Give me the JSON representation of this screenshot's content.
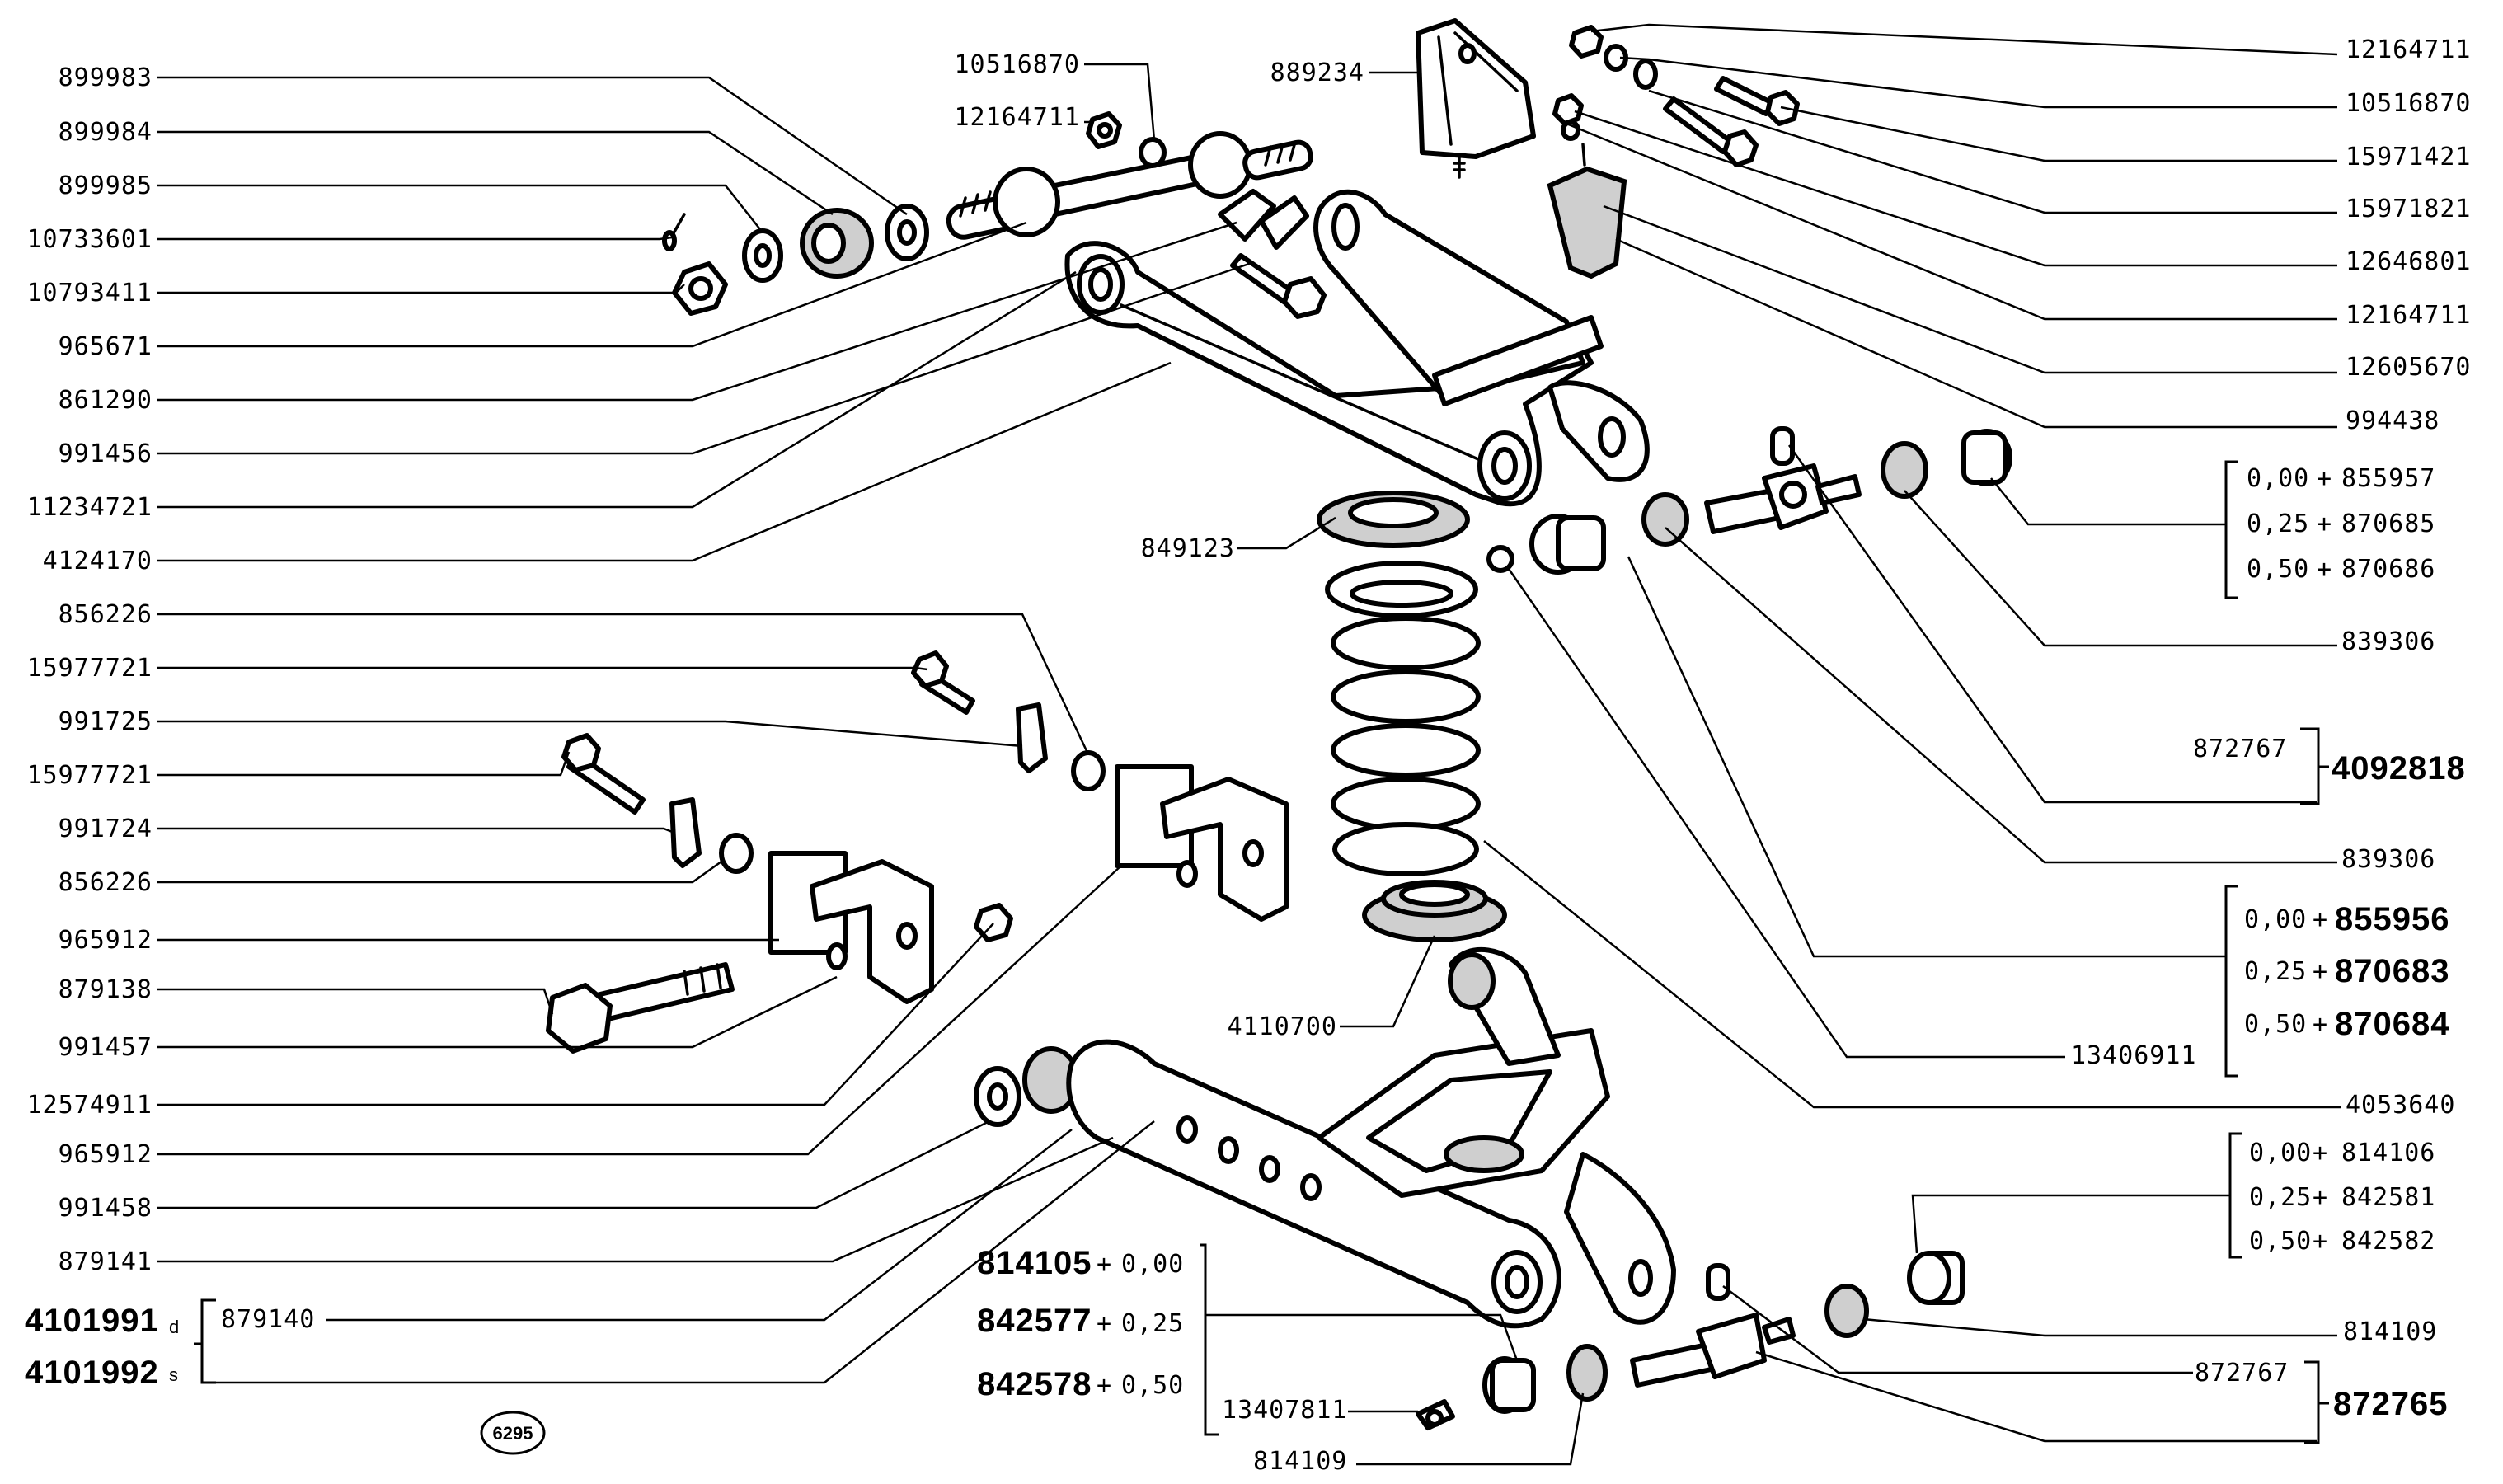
{
  "figure": {
    "title": "Suspension exploded parts diagram",
    "plate_number": "6295"
  },
  "left_labels": [
    "899983",
    "899984",
    "899985",
    "10733601",
    "10793411",
    "965671",
    "861290",
    "991456",
    "11234721",
    "4124170",
    "856226",
    "15977721",
    "991725",
    "15977721",
    "991724",
    "856226",
    "965912",
    "879138",
    "991457",
    "12574911",
    "965912",
    "991458",
    "879141"
  ],
  "left_assembly": {
    "right_part": "4101991",
    "right_suffix": "d",
    "left_part": "4101992",
    "left_suffix": "s",
    "component": "879140"
  },
  "top_center_labels": {
    "washer": "10516870",
    "nut": "12164711",
    "bracket": "889234"
  },
  "right_labels": [
    "12164711",
    "10516870",
    "15971421",
    "15971821",
    "12646801",
    "12164711",
    "12605670",
    "994438"
  ],
  "upper_shim_group": [
    {
      "size": "0,00",
      "part": "855957"
    },
    {
      "size": "0,25",
      "part": "870685"
    },
    {
      "size": "0,50",
      "part": "870686"
    }
  ],
  "upper_right_labels": {
    "bushing_a": "839306",
    "pin": "872767",
    "assembly": "4092818",
    "bushing_b": "839306"
  },
  "middle_shim_group": [
    {
      "size": "0,00",
      "part": "855956"
    },
    {
      "size": "0,25",
      "part": "870683"
    },
    {
      "size": "0,50",
      "part": "870684"
    }
  ],
  "middle_labels": {
    "grease_nipple": "13406911",
    "lower_arm": "4053640",
    "spring_seat_upper": "849123",
    "spring_seat_lower": "4110700"
  },
  "lower_shim_group": [
    {
      "size": "0,00",
      "part": "814106"
    },
    {
      "size": "0,25",
      "part": "842581"
    },
    {
      "size": "0,50",
      "part": "842582"
    }
  ],
  "lower_right_labels": {
    "bushing": "814109",
    "pin": "872767",
    "assembly": "872765"
  },
  "bottom_center_group": [
    {
      "part": "814105",
      "size": "0,00"
    },
    {
      "part": "842577",
      "size": "0,25"
    },
    {
      "part": "842578",
      "size": "0,50"
    }
  ],
  "bottom_center_labels": {
    "grease_nipple": "13407811",
    "bushing": "814109"
  },
  "plus_sign": "+"
}
